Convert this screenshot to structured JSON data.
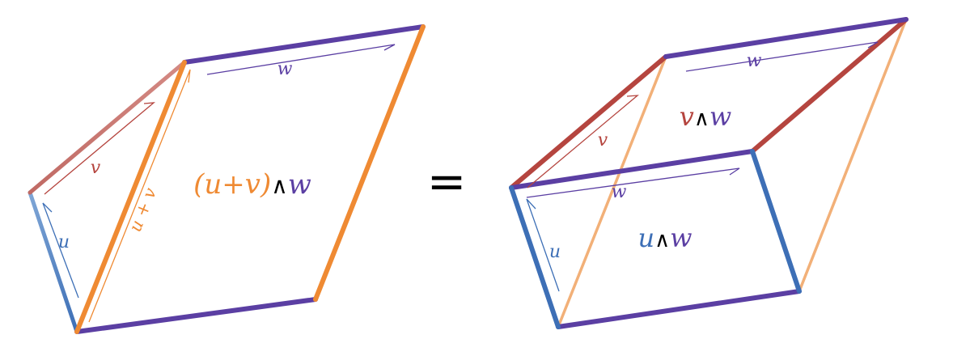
{
  "colors": {
    "u": "#3d6fb6",
    "u_light": "#7fa6d6",
    "v": "#b5453f",
    "v_light": "#d48a84",
    "w": "#5b3fa3",
    "sum": "#ef8a33",
    "sum_light": "#f2b078",
    "ink": "#000000"
  },
  "left": {
    "u_label": "u",
    "v_label": "v",
    "sum_label": "u + v",
    "w_label": "w",
    "formula": {
      "open_paren": "(",
      "u": "u",
      "plus": "+",
      "v": "v",
      "close_paren": ")",
      "wedge": "∧",
      "w": "w"
    }
  },
  "equals": "=",
  "right": {
    "u_label": "u",
    "v_label": "v",
    "w_top_label": "w",
    "w_mid_label": "w",
    "vw_formula": {
      "v": "v",
      "wedge": "∧",
      "w": "w"
    },
    "uw_formula": {
      "u": "u",
      "wedge": "∧",
      "w": "w"
    }
  }
}
